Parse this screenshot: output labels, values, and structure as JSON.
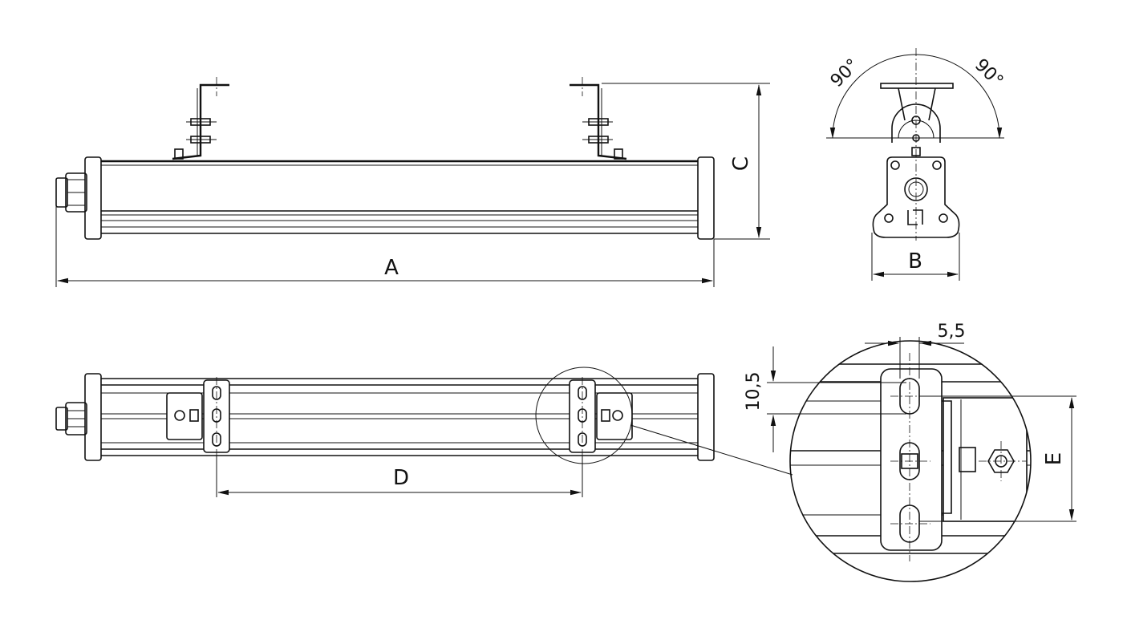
{
  "dimensions": {
    "A": "A",
    "B": "B",
    "C": "C",
    "D": "D",
    "E": "E",
    "slot_width": "5,5",
    "slot_length": "10,5"
  },
  "angles": {
    "left": "90°",
    "right": "90°"
  }
}
